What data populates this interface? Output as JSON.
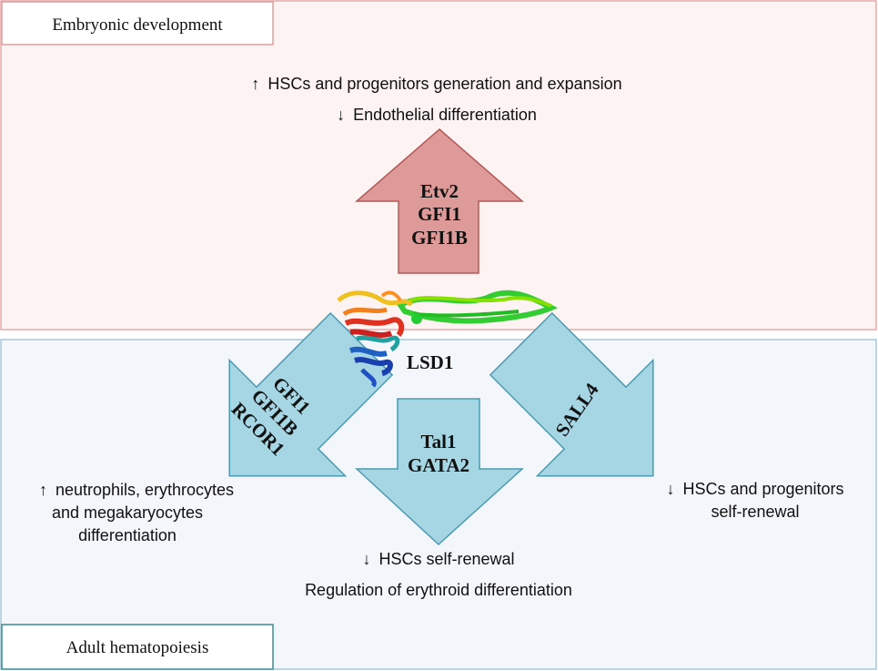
{
  "panels": {
    "top": {
      "label": "Embryonic development",
      "fill": "#fdf3f3",
      "border": "#e8a9a9"
    },
    "bottom": {
      "label": "Adult hematopoiesis",
      "fill": "#f3f6fb",
      "border": "#a8c8d8"
    }
  },
  "center": {
    "protein_label": "LSD1"
  },
  "arrows": {
    "up": {
      "lines": [
        "Etv2",
        "GFI1",
        "GFI1B"
      ],
      "fill": "#dd9a98",
      "stroke": "#b35a58"
    },
    "left": {
      "lines": [
        "GFI1",
        "GFI1B",
        "RCOR1"
      ],
      "fill": "#a6d5e3",
      "stroke": "#4a9bb1"
    },
    "down": {
      "lines": [
        "Tal1",
        "GATA2"
      ],
      "fill": "#a6d5e3",
      "stroke": "#4a9bb1"
    },
    "right": {
      "lines": [
        "SALL4"
      ],
      "fill": "#a6d5e3",
      "stroke": "#4a9bb1"
    }
  },
  "effects": {
    "top_line1": {
      "arrow": "↑",
      "text": "HSCs and progenitors generation and expansion"
    },
    "top_line2": {
      "arrow": "↓",
      "text": "Endothelial differentiation"
    },
    "left_line1": {
      "arrow": "↑",
      "text": "neutrophils, erythrocytes"
    },
    "left_line2": "and megakaryocytes",
    "left_line3": "differentiation",
    "right_line1": {
      "arrow": "↓",
      "text": "HSCs and progenitors"
    },
    "right_line2": "self-renewal",
    "bottom_line1": {
      "arrow": "↓",
      "text": "HSCs self-renewal"
    },
    "bottom_line2": "Regulation of erythroid differentiation"
  }
}
